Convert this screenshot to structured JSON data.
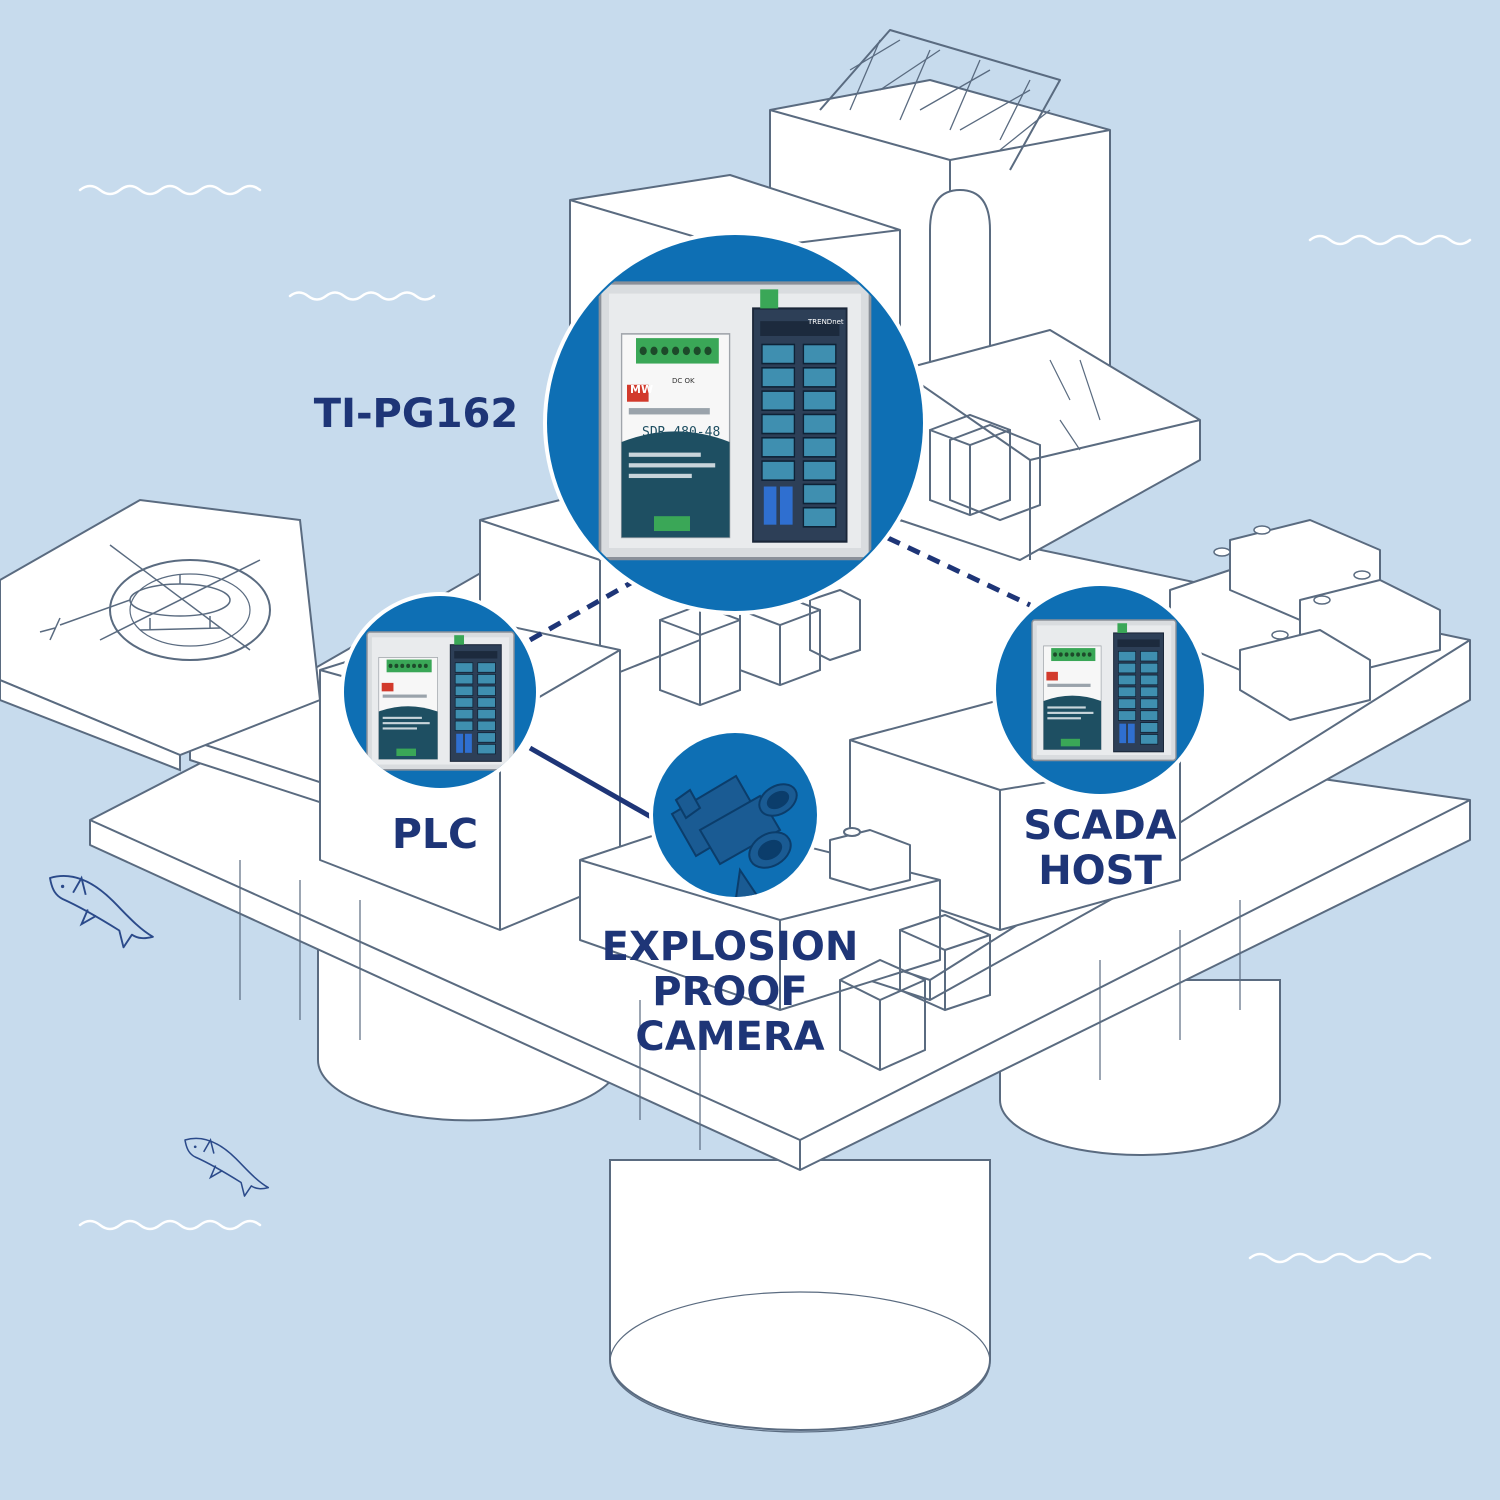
{
  "labels": {
    "main_switch": "TI-PG162",
    "plc": "PLC",
    "scada": [
      "SCADA",
      "HOST"
    ],
    "camera": [
      "EXPLOSION",
      "PROOF",
      "CAMERA"
    ]
  },
  "device_text": {
    "psu_brand": "MW",
    "psu_model": "SDR-480-48",
    "psu_dc_ok": "DC OK",
    "switch_brand": "TRENDnet"
  },
  "colors": {
    "ocean": "#c7dbed",
    "circle": "#0e6fb4",
    "label": "#1e3577",
    "line": "#1e3577",
    "outline": "#5a6b80"
  },
  "icons": [
    "helicopter-icon",
    "dolphin-icon",
    "camera-icon",
    "power-supply-icon",
    "ethernet-switch-icon"
  ]
}
